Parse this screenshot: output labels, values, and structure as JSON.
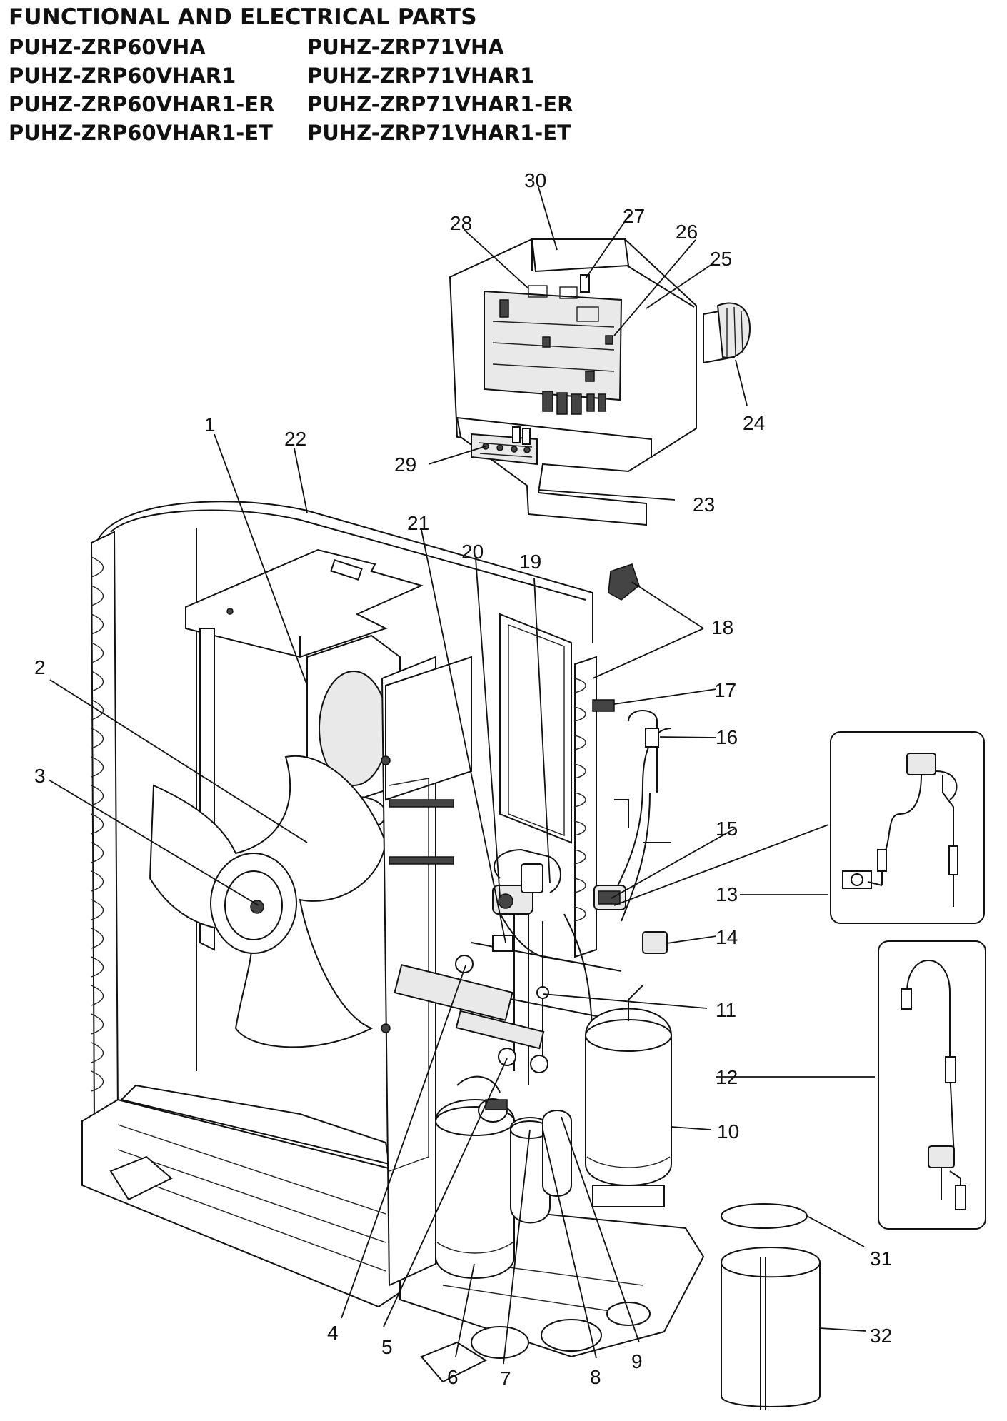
{
  "header": {
    "title": "FUNCTIONAL AND ELECTRICAL PARTS",
    "models_left": [
      "PUHZ-ZRP60VHA",
      "PUHZ-ZRP60VHAR1",
      "PUHZ-ZRP60VHAR1-ER",
      "PUHZ-ZRP60VHAR1-ET"
    ],
    "models_right": [
      "PUHZ-ZRP71VHA",
      "PUHZ-ZRP71VHAR1",
      "PUHZ-ZRP71VHAR1-ER",
      "PUHZ-ZRP71VHAR1-ET"
    ]
  },
  "callouts": [
    {
      "id": "1",
      "label": "1"
    },
    {
      "id": "2",
      "label": "2"
    },
    {
      "id": "3",
      "label": "3"
    },
    {
      "id": "4",
      "label": "4"
    },
    {
      "id": "5",
      "label": "5"
    },
    {
      "id": "6",
      "label": "6"
    },
    {
      "id": "7",
      "label": "7"
    },
    {
      "id": "8",
      "label": "8"
    },
    {
      "id": "9",
      "label": "9"
    },
    {
      "id": "10",
      "label": "10"
    },
    {
      "id": "11",
      "label": "11"
    },
    {
      "id": "12",
      "label": "12"
    },
    {
      "id": "13",
      "label": "13"
    },
    {
      "id": "14",
      "label": "14"
    },
    {
      "id": "15",
      "label": "15"
    },
    {
      "id": "16",
      "label": "16"
    },
    {
      "id": "17",
      "label": "17"
    },
    {
      "id": "18",
      "label": "18"
    },
    {
      "id": "19",
      "label": "19"
    },
    {
      "id": "20",
      "label": "20"
    },
    {
      "id": "21",
      "label": "21"
    },
    {
      "id": "22",
      "label": "22"
    },
    {
      "id": "23",
      "label": "23"
    },
    {
      "id": "24",
      "label": "24"
    },
    {
      "id": "25",
      "label": "25"
    },
    {
      "id": "26",
      "label": "26"
    },
    {
      "id": "27",
      "label": "27"
    },
    {
      "id": "28",
      "label": "28"
    },
    {
      "id": "29",
      "label": "29"
    },
    {
      "id": "30",
      "label": "30"
    },
    {
      "id": "31",
      "label": "31"
    },
    {
      "id": "32",
      "label": "32"
    }
  ]
}
